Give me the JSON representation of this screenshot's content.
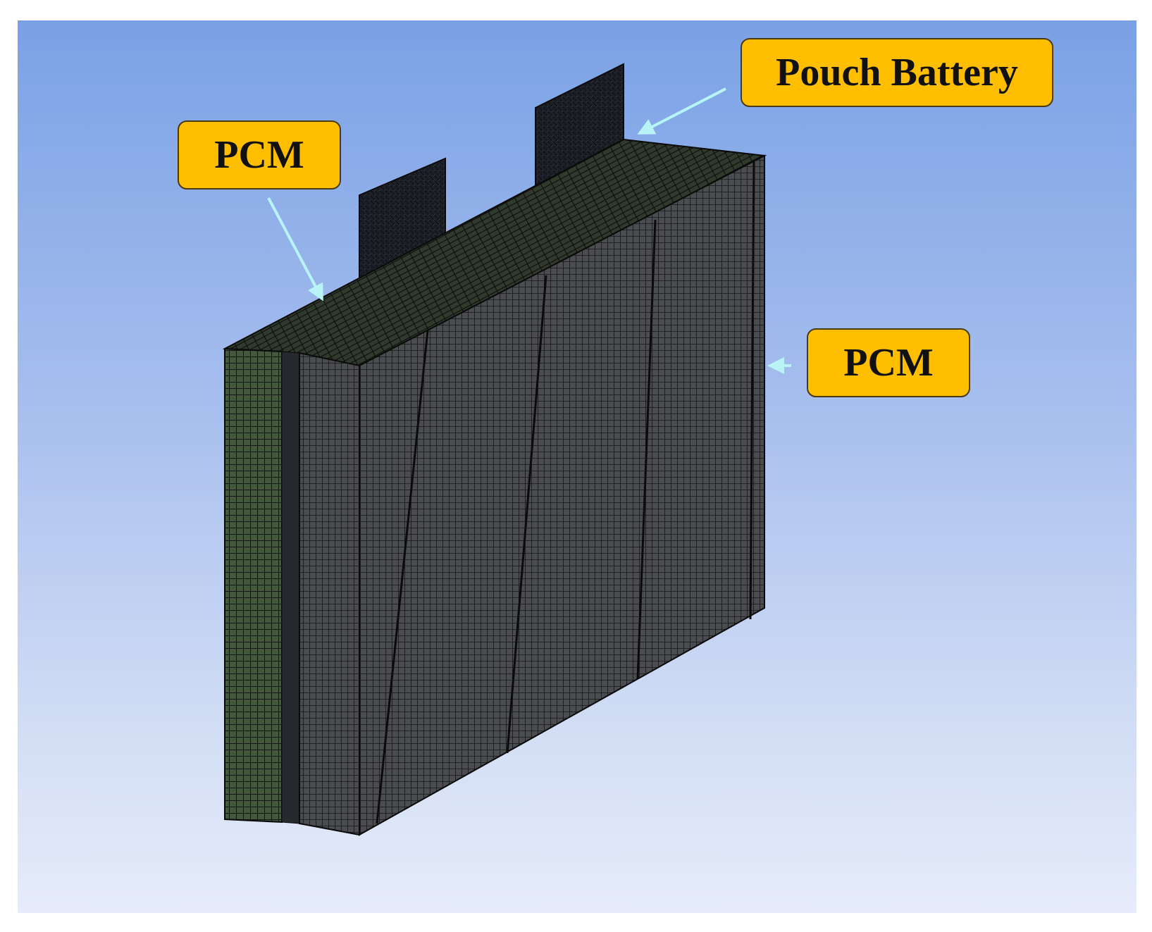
{
  "labels": {
    "pcm_left": "PCM",
    "pouch_battery": "Pouch Battery",
    "pcm_right": "PCM"
  },
  "colors": {
    "callout_fill": "#ffbf00",
    "arrow": "#b8f4f6",
    "pcm_layer": "#3a4a3a",
    "battery_layer": "#3a3d42",
    "mesh_line": "#1a1a1a"
  }
}
